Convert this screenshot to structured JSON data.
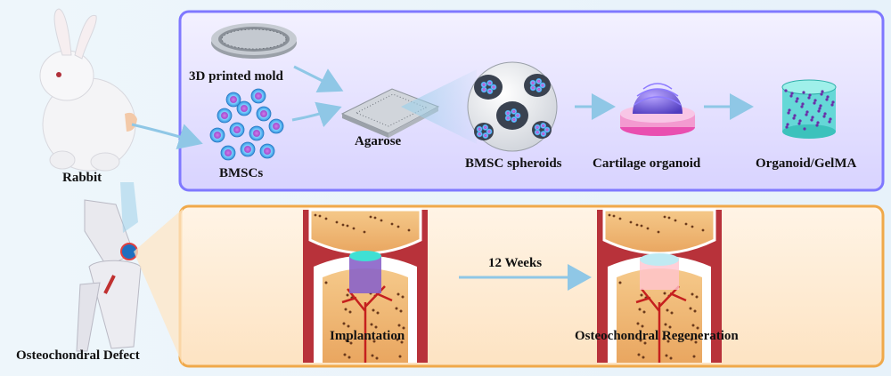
{
  "labels": {
    "rabbit": "Rabbit",
    "defect": "Osteochondral Defect",
    "mold": "3D printed mold",
    "bmscs": "BMSCs",
    "agarose": "Agarose",
    "spheroids": "BMSC spheroids",
    "cartilage": "Cartilage organoid",
    "gelma": "Organoid/GelMA",
    "weeks": "12 Weeks",
    "implantation": "Implantation",
    "regeneration": "Osteochondral Regeneration"
  },
  "colors": {
    "top_panel": "#dcd7ff",
    "top_border": "#7f78ff",
    "bottom_panel": "#fde9cf",
    "bottom_border": "#f0a94a",
    "arrow": "#8fc7e6",
    "cell": "#3a8fd8",
    "cell_core": "#c266e0"
  },
  "icons": [
    "rabbit-icon",
    "knee-joint-icon",
    "mold-icon",
    "cell-cluster-icon",
    "agarose-plate-icon",
    "spheroid-well-icon",
    "cartilage-organoid-icon",
    "gelma-cylinder-icon",
    "joint-section-icon"
  ]
}
